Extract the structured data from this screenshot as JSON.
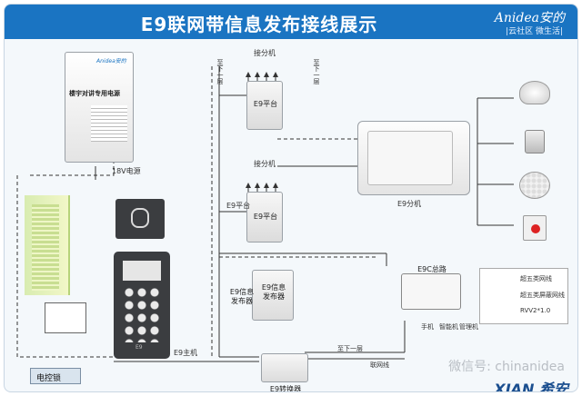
{
  "header": {
    "title": "E9联网带信息发布接线展示",
    "brand": "Anidea安的",
    "slogan": "|云社区 微生活|"
  },
  "labels": {
    "floor_ext_1": "接分机",
    "floor_ext_2": "接分机",
    "to_next_floor_left": "至下一层",
    "to_next_floor_right": "至下一层",
    "e9_platform_1": "E9平台",
    "e9_platform_2": "E9平台",
    "e9_platform_side": "E9平台",
    "e9_extension": "E9分机",
    "power_18v": "18V电源",
    "e9_info_1": "E9信息\n发布器",
    "e9_info_2": "E9信息\n发布器",
    "e9_host": "E9主机",
    "e9_converter": "E9转换器",
    "electric_lock": "电控锁",
    "e9_ap": "E9C总路",
    "to_next_floor_bottom": "至下一层",
    "net_line": "联网线",
    "phone": "手机",
    "tablet": "智能机",
    "manager": "管理机",
    "power_brand_small": "Anidea安的",
    "power_title": "楼宇对讲专用电源",
    "host_brand": "E9",
    "legend_line1": "超五类网线",
    "legend_line2": "超五类屏蔽网线",
    "legend_line3": "RVV2*1.0"
  },
  "watermark": "微信号: chinanidea",
  "xian_logo": "XIAN 希安"
}
